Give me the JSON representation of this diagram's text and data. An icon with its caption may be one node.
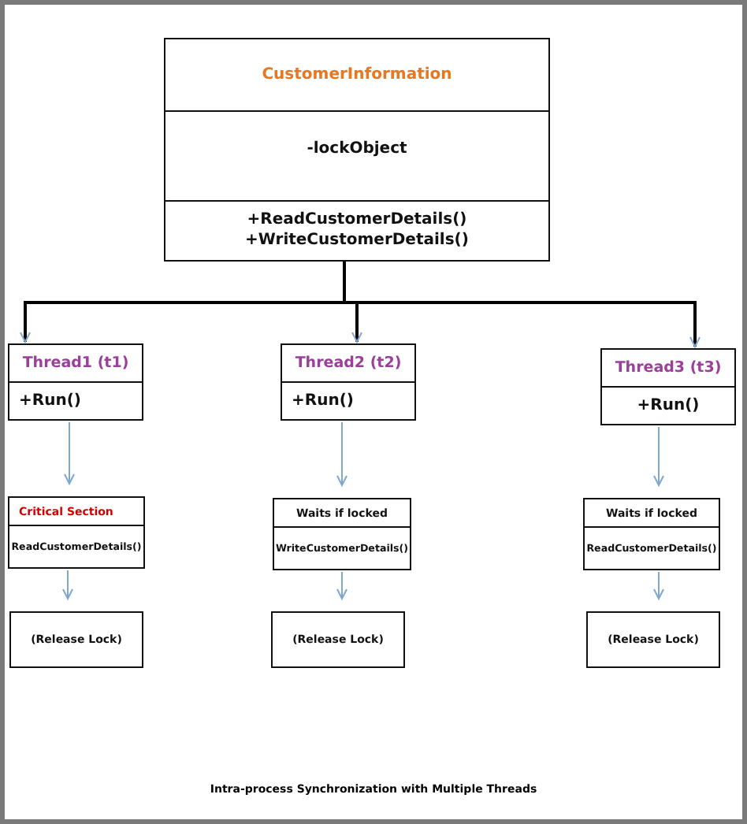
{
  "diagram": {
    "caption": "Intra-process Synchronization with Multiple Threads",
    "nodes": [
      {
        "text": [
          "CustomerInformation",
          "-lockObject",
          "+ReadCustomerDetails() +WriteCustomerDetails()"
        ]
      },
      {
        "text": [
          "Thread1 (t1)",
          "+Run()"
        ]
      },
      {
        "text": [
          "Thread2 (t2)",
          "+Run()"
        ]
      },
      {
        "text": [
          "Thread3 (t3)",
          "+Run()"
        ]
      },
      {
        "text": [
          "Critical Section",
          "ReadCustomerDetails()"
        ]
      },
      {
        "text": [
          "Waits if locked",
          "WriteCustomerDetails()"
        ]
      },
      {
        "text": [
          "Waits if locked",
          "ReadCustomerDetails()"
        ]
      },
      {
        "text": [
          "(Release Lock)"
        ]
      },
      {
        "text": [
          "(Release Lock)"
        ]
      },
      {
        "text": [
          "(Release Lock)"
        ]
      }
    ],
    "edges": [
      {
        "from": 0,
        "to": 1,
        "arrow": "to",
        "color": "#000000"
      },
      {
        "from": 0,
        "to": 2,
        "arrow": "to",
        "color": "#000000"
      },
      {
        "from": 0,
        "to": 3,
        "arrow": "to",
        "color": "#000000"
      },
      {
        "from": 1,
        "to": 4,
        "arrow": "to"
      },
      {
        "from": 2,
        "to": 5,
        "arrow": "to"
      },
      {
        "from": 3,
        "to": 6,
        "arrow": "to"
      },
      {
        "from": 4,
        "to": 7,
        "arrow": "to"
      },
      {
        "from": 5,
        "to": 8,
        "arrow": "to"
      },
      {
        "from": 6,
        "to": 9,
        "arrow": "to"
      }
    ]
  }
}
